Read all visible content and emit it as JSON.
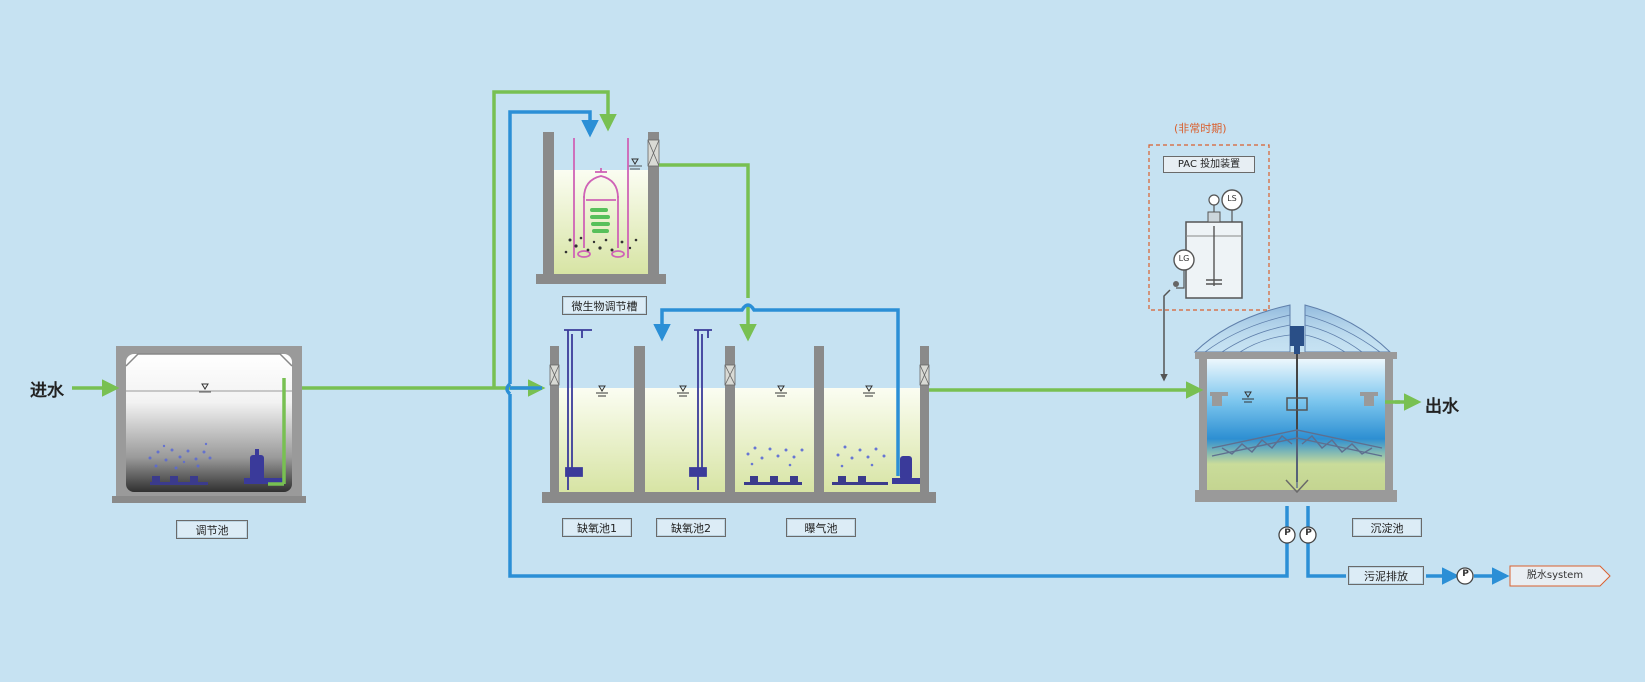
{
  "labels": {
    "inlet": "进水",
    "outlet": "出水",
    "equalization_tank": "调节池",
    "microbe_tank": "微生物调节槽",
    "anoxic_1": "缺氧池1",
    "anoxic_2": "缺氧池2",
    "aeration_tank": "曝气池",
    "clarifier": "沉淀池",
    "sludge_discharge": "污泥排放",
    "dewatering": "脱水system",
    "pac_device": "PAC 投加装置",
    "pac_note": "(非常时期)",
    "pump_symbol": "P",
    "level_switch": "LS",
    "level_gauge": "LG"
  },
  "colors": {
    "background": "#c6e2f2",
    "water_line": "#78c052",
    "return_line": "#2b8fd6",
    "tank_wall": "#8a8a8a",
    "accent_note": "#d9602f",
    "dosing_line": "#555555"
  },
  "icons": [
    "submersible-pump-icon",
    "aeration-diffuser-icon",
    "mixer-icon",
    "pump-p-icon",
    "water-level-icon"
  ]
}
